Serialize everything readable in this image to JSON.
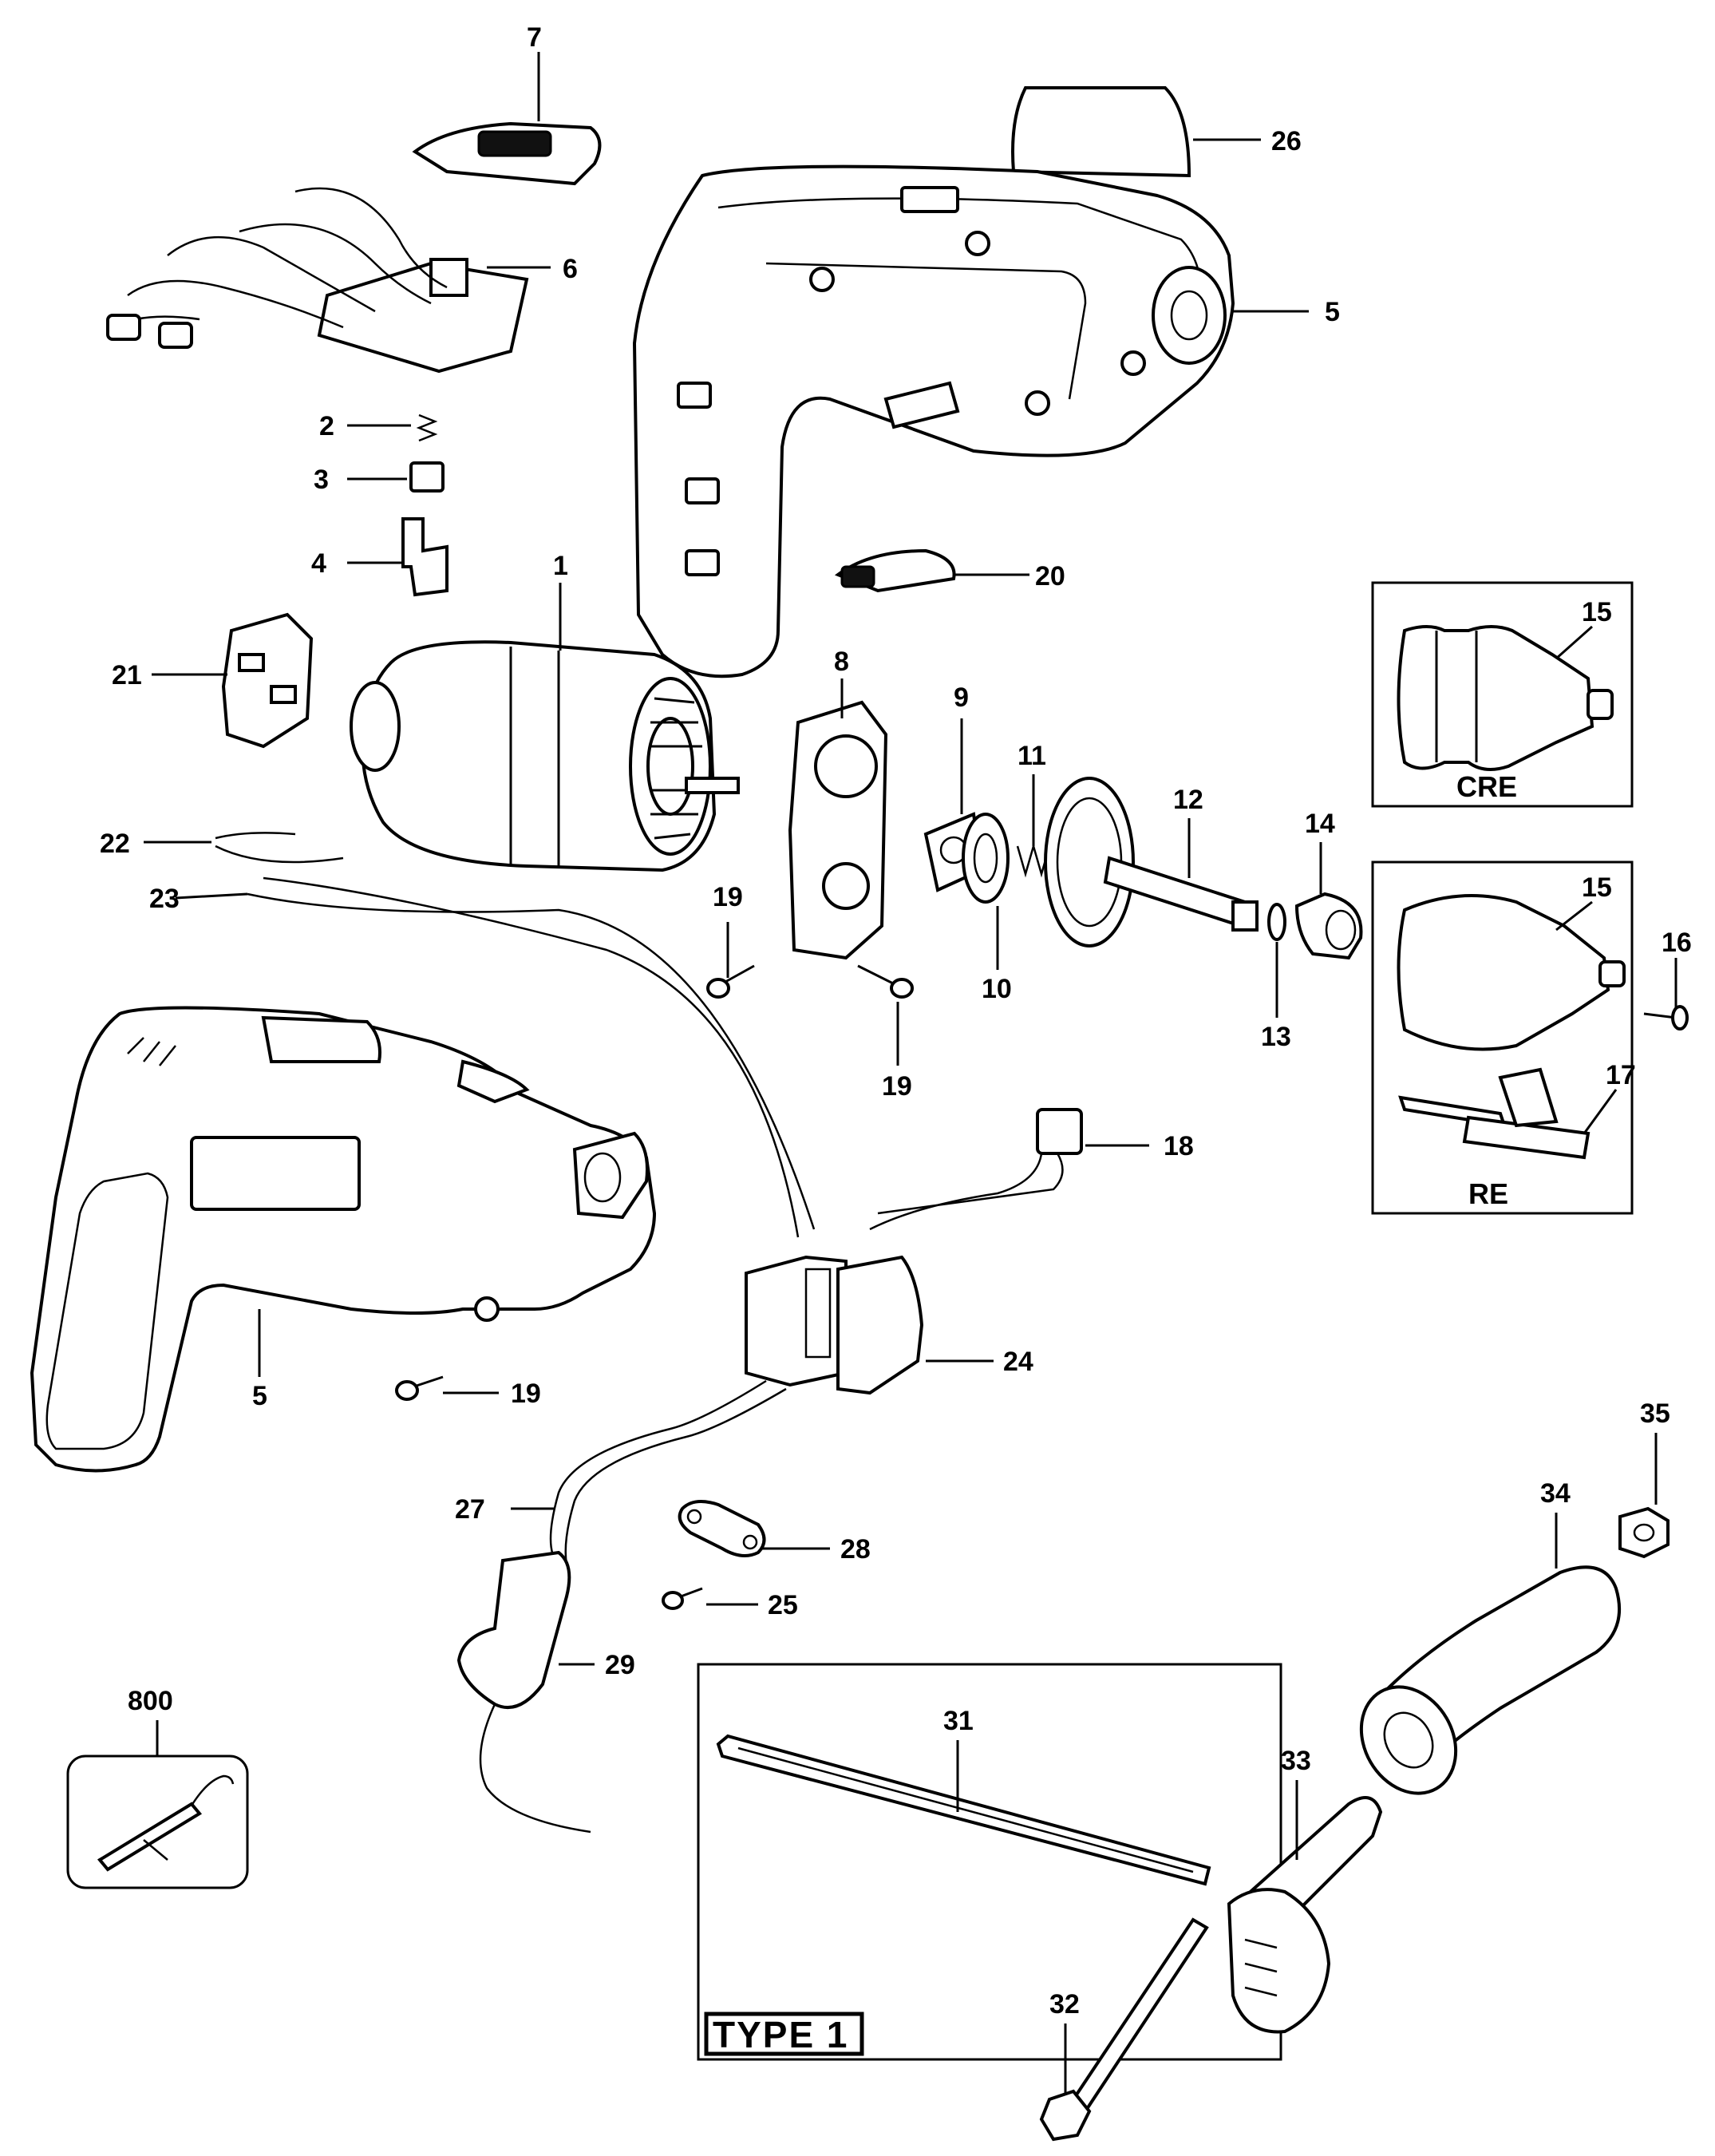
{
  "labels": {
    "p1": "1",
    "p2": "2",
    "p3": "3",
    "p4": "4",
    "p5_top": "5",
    "p5_bottom": "5",
    "p6": "6",
    "p7": "7",
    "p8": "8",
    "p9": "9",
    "p10": "10",
    "p11": "11",
    "p12": "12",
    "p13": "13",
    "p14": "14",
    "p15_cre": "15",
    "p15_re": "15",
    "p16": "16",
    "p17": "17",
    "p18": "18",
    "p19_a": "19",
    "p19_b": "19",
    "p19_c": "19",
    "p20": "20",
    "p21": "21",
    "p22": "22",
    "p23": "23",
    "p24": "24",
    "p25": "25",
    "p26": "26",
    "p27": "27",
    "p28": "28",
    "p29": "29",
    "p31": "31",
    "p32": "32",
    "p33": "33",
    "p34": "34",
    "p35": "35",
    "p800": "800"
  },
  "boxes": {
    "cre": "CRE",
    "re": "RE",
    "type": "TYPE 1"
  }
}
